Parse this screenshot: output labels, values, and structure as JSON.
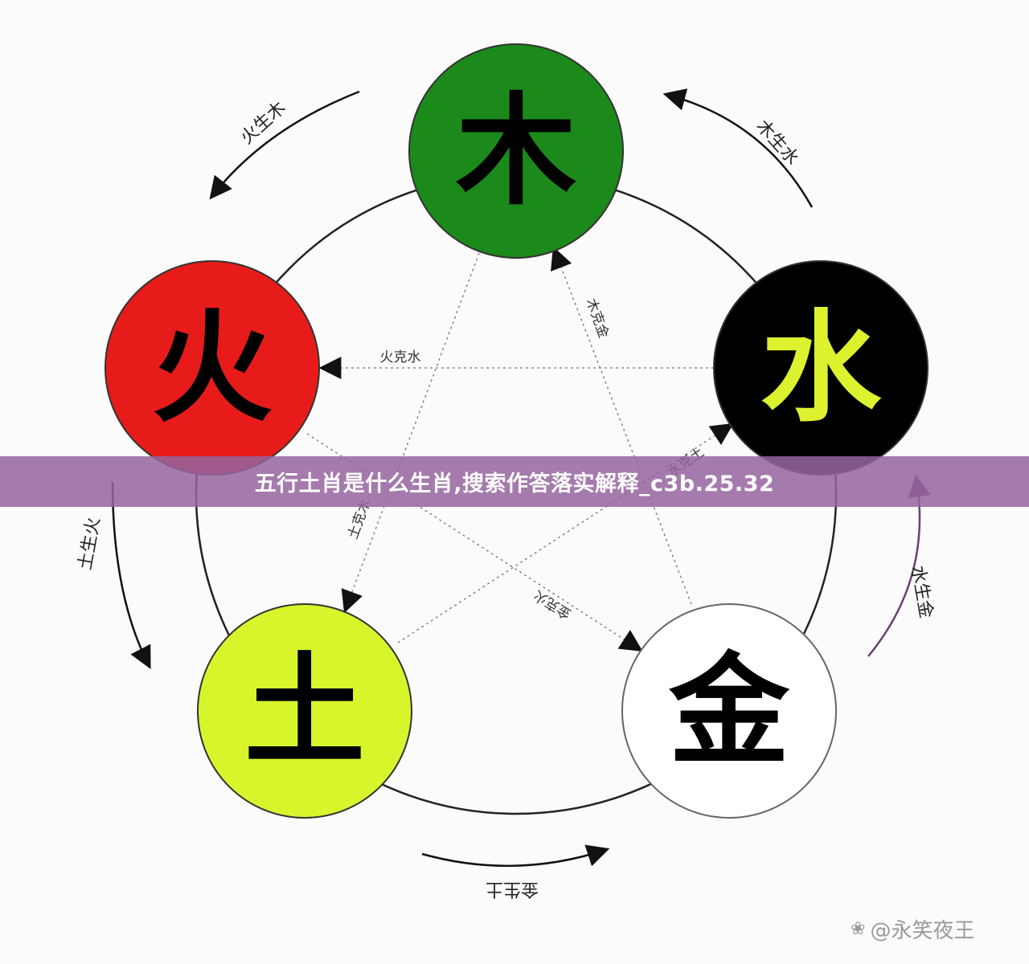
{
  "nodes": {
    "wood": {
      "char": "木",
      "fill": "#1b8a1b",
      "text_color": "#000000"
    },
    "fire": {
      "char": "火",
      "fill": "#e81b1b",
      "text_color": "#000000"
    },
    "water": {
      "char": "水",
      "fill": "#000000",
      "text_color": "#ddf22e"
    },
    "earth": {
      "char": "土",
      "fill": "#d8f52c",
      "text_color": "#000000"
    },
    "metal": {
      "char": "金",
      "fill": "#ffffff",
      "text_color": "#000000"
    }
  },
  "generating_labels": {
    "fire_wood": "火生木",
    "wood_water": "木生水",
    "earth_fire": "土生火",
    "water_metal": "水生金",
    "metal_earth": "金生土"
  },
  "overcoming_labels": {
    "fire_water": "火克水",
    "wood_metal": "木克金",
    "earth_wood": "土克木",
    "water_earth": "水克土",
    "metal_fire": "金克火"
  },
  "banner": {
    "text": "五行土肖是什么生肖,搜索作答落实解释_c3b.25.32"
  },
  "watermark": {
    "text": "@永笑夜王"
  }
}
